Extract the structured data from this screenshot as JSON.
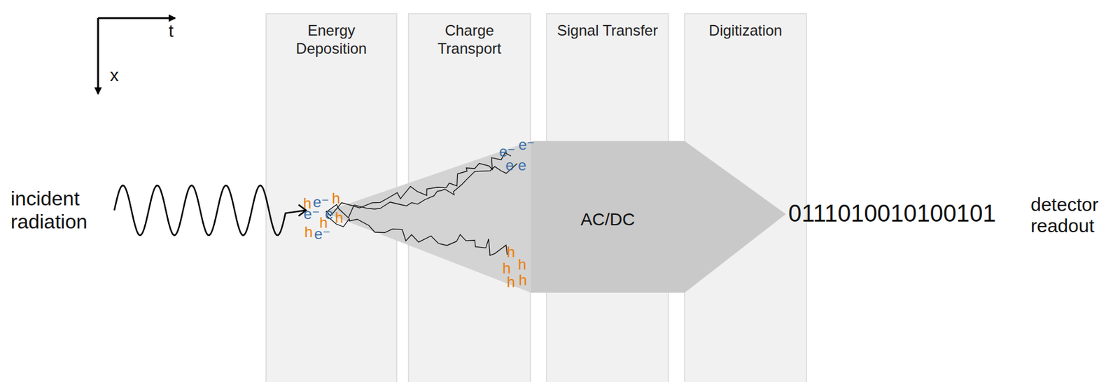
{
  "diagram": {
    "nodes": [
      {
        "text": [
          "Energy Deposition"
        ]
      },
      {
        "text": [
          "Charge Transport"
        ]
      },
      {
        "text": [
          "Signal Transfer"
        ]
      },
      {
        "text": [
          "Digitization"
        ]
      }
    ],
    "labels": [
      "t",
      "x",
      "incident radiation",
      "AC/DC",
      "0111010010100101",
      "detector readout",
      "h",
      "e⁻",
      "h",
      "e⁻",
      "e",
      "h",
      "h",
      "h",
      "e⁻",
      "e⁻",
      "e⁻",
      "e",
      "e",
      "h",
      "h",
      "h",
      "h",
      "h"
    ]
  }
}
